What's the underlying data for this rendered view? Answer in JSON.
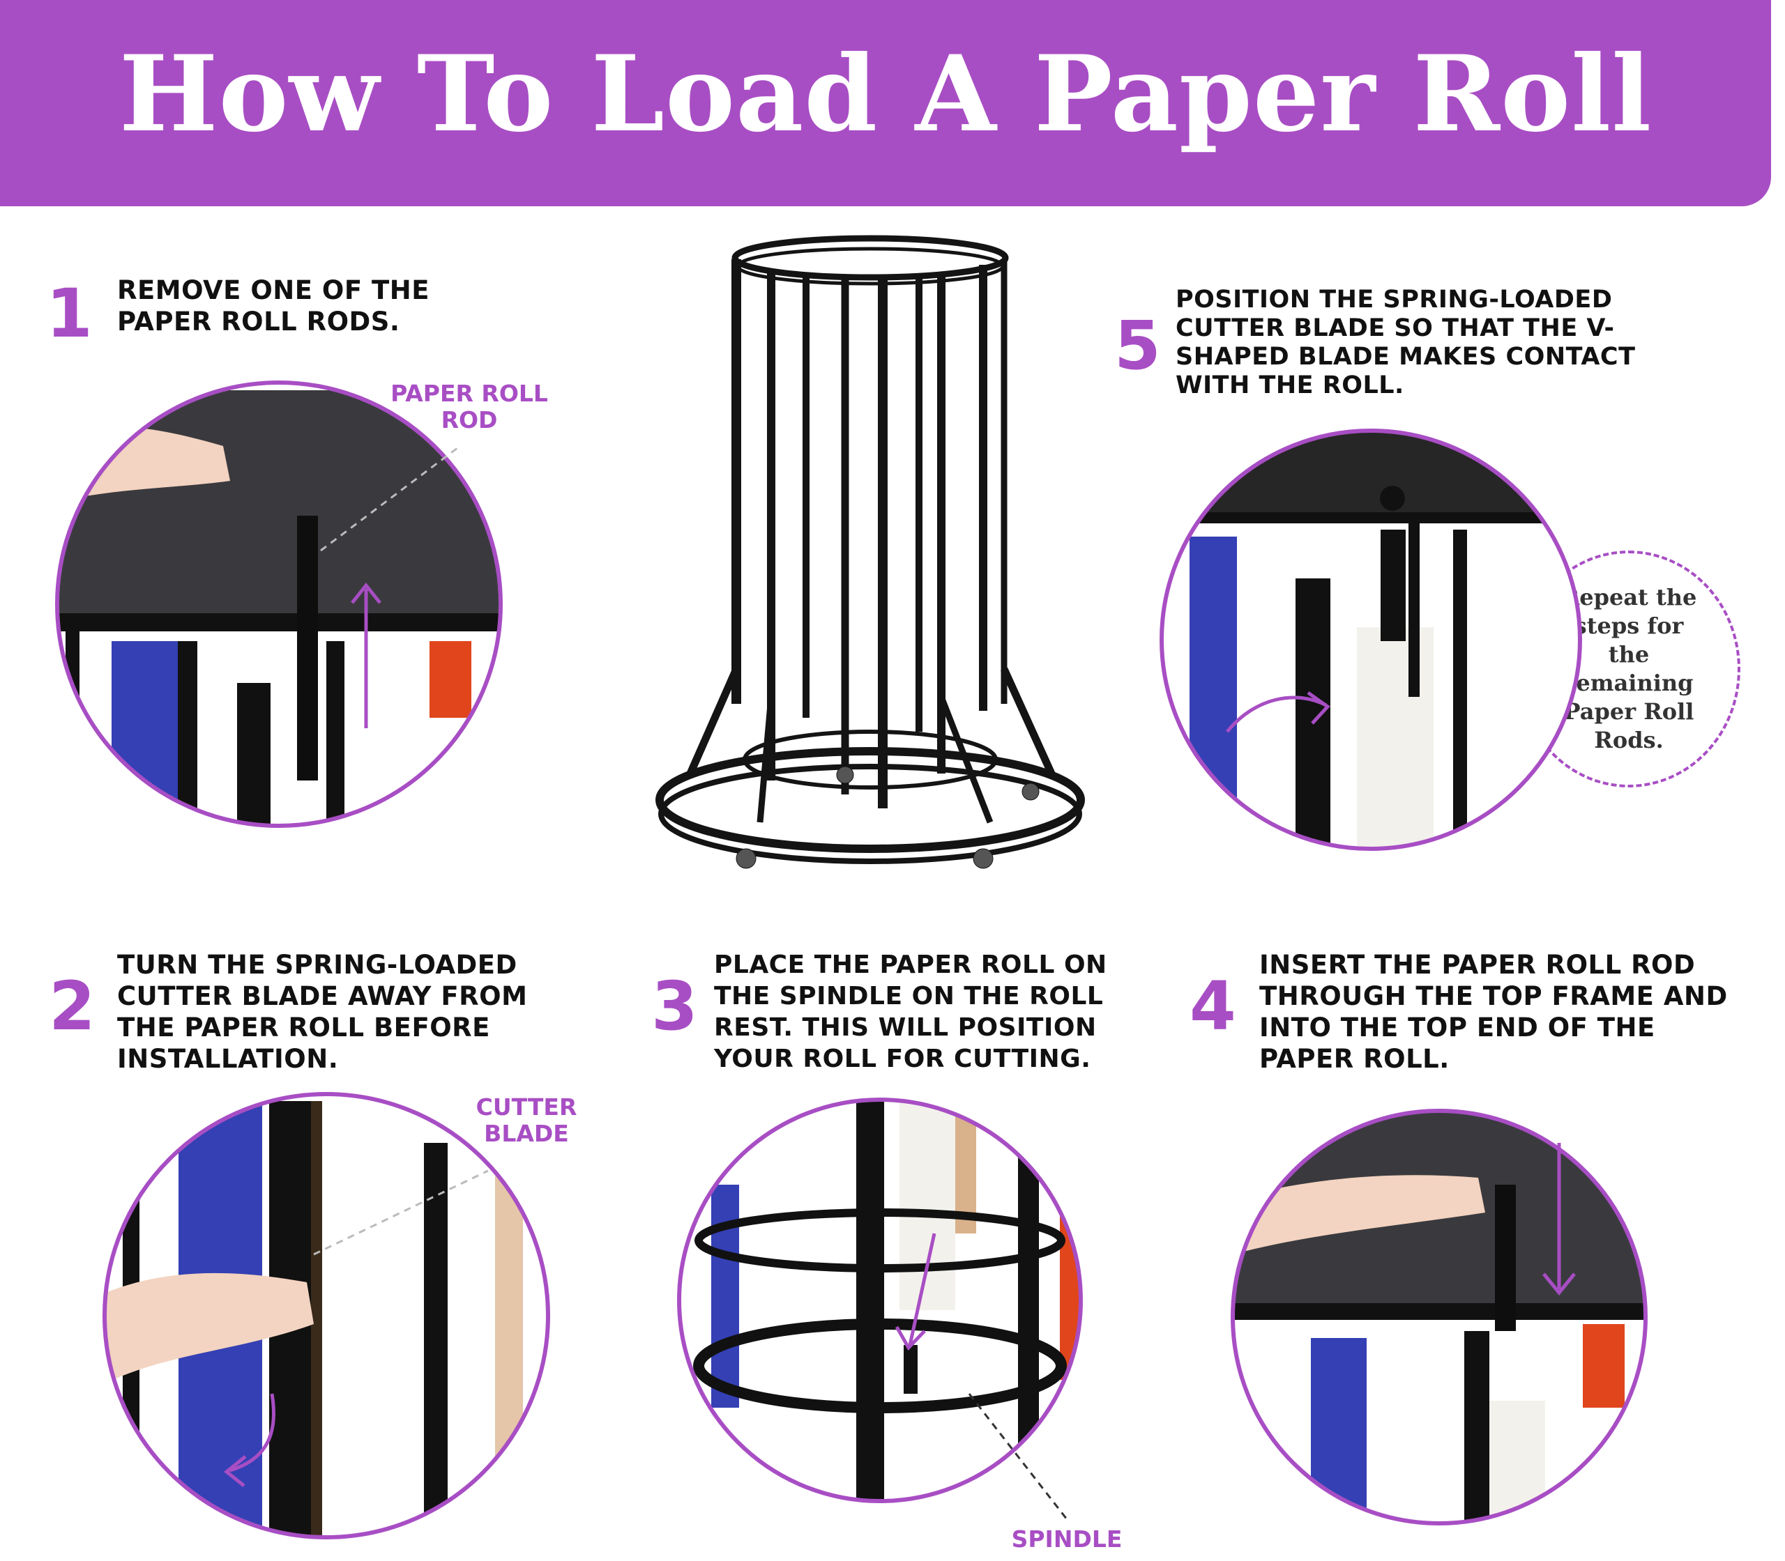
{
  "title": "How To Load A Paper Roll",
  "steps": [
    {
      "number": "1",
      "text": "REMOVE ONE OF THE PAPER ROLL RODS."
    },
    {
      "number": "2",
      "text": "TURN THE SPRING-LOADED CUTTER BLADE AWAY FROM THE PAPER ROLL BEFORE INSTALLATION."
    },
    {
      "number": "3",
      "text": "PLACE THE PAPER ROLL ON THE SPINDLE ON THE ROLL REST. THIS WILL POSITION YOUR ROLL FOR CUTTING."
    },
    {
      "number": "4",
      "text": "INSERT THE PAPER ROLL ROD THROUGH THE TOP FRAME AND INTO THE TOP END OF THE PAPER ROLL."
    },
    {
      "number": "5",
      "text": "POSITION THE SPRING-LOADED CUTTER BLADE SO THAT THE V-SHAPED BLADE MAKES CONTACT WITH THE ROLL."
    }
  ],
  "callouts": {
    "paper_roll_rod": "PAPER ROLL ROD",
    "cutter_blade": "CUTTER BLADE",
    "spindle": "SPINDLE"
  },
  "repeat_note": "Repeat the steps for the remaining Paper Roll Rods.",
  "colors": {
    "accent": "#a84ec4",
    "text": "#111111"
  }
}
